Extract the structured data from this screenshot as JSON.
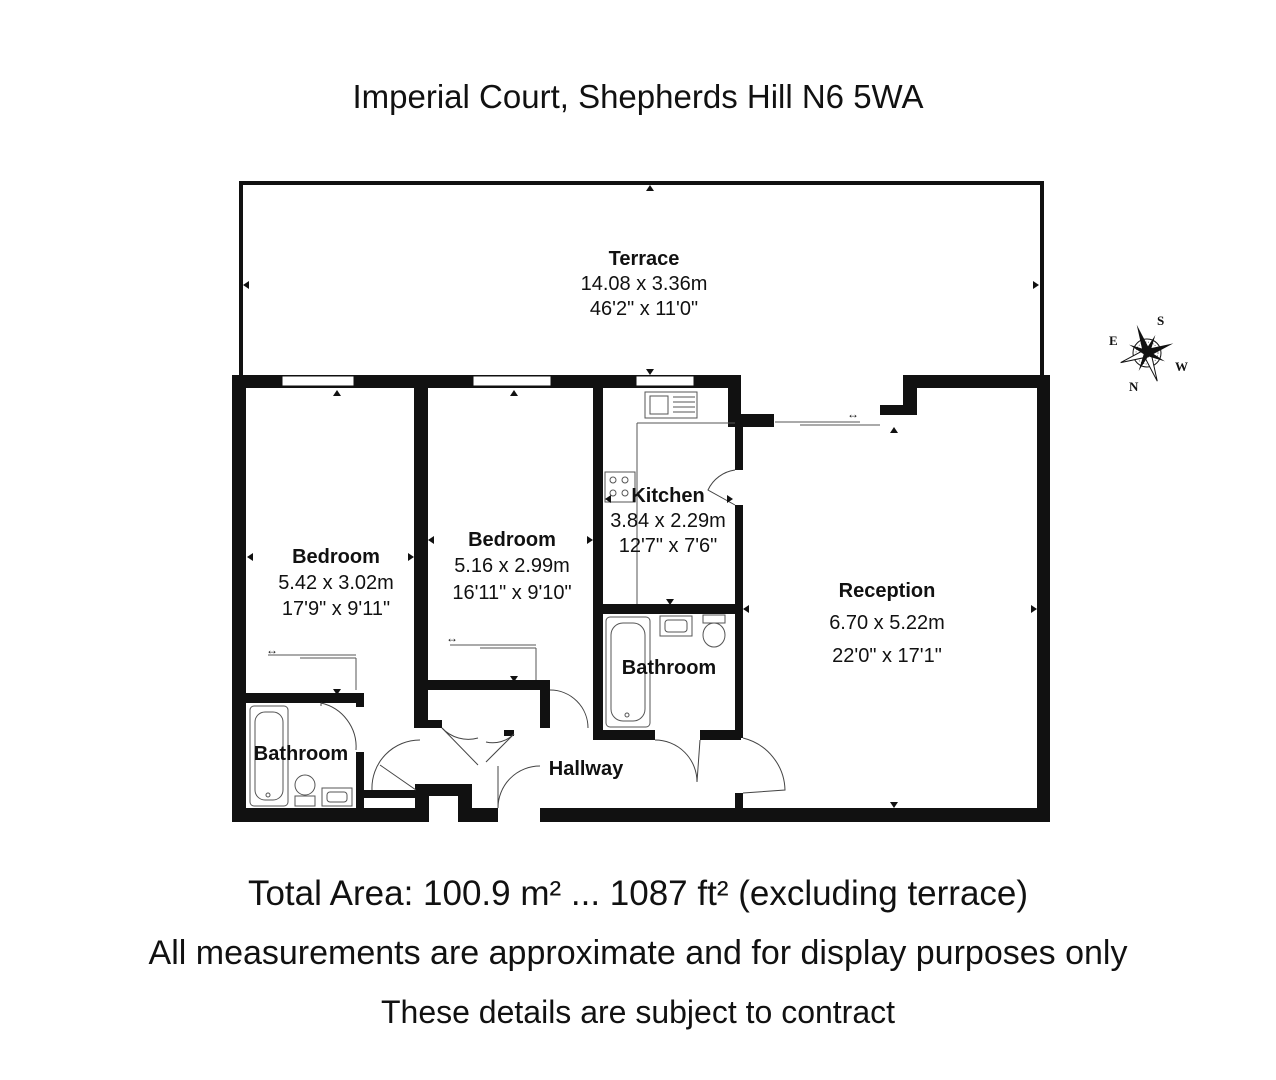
{
  "title": "Imperial Court, Shepherds Hill N6 5WA",
  "rooms": {
    "terrace": {
      "name": "Terrace",
      "metric": "14.08 x 3.36m",
      "imperial": "46'2\" x 11'0\""
    },
    "bedroom1": {
      "name": "Bedroom",
      "metric": "5.42 x 3.02m",
      "imperial": "17'9\" x 9'11\""
    },
    "bedroom2": {
      "name": "Bedroom",
      "metric": "5.16 x 2.99m",
      "imperial": "16'11\" x 9'10\""
    },
    "kitchen": {
      "name": "Kitchen",
      "metric": "3.84 x 2.29m",
      "imperial": "12'7\" x 7'6\""
    },
    "reception": {
      "name": "Reception",
      "metric": "6.70 x 5.22m",
      "imperial": "22'0\" x 17'1\""
    },
    "bathroom1": {
      "name": "Bathroom"
    },
    "bathroom2": {
      "name": "Bathroom"
    },
    "hallway": {
      "name": "Hallway"
    }
  },
  "compass": {
    "n": "N",
    "s": "S",
    "e": "E",
    "w": "W"
  },
  "footer": {
    "total_area": "Total Area: 100.9 m² ... 1087 ft² (excluding terrace)",
    "disclaimer": "All measurements are approximate and for display purposes only",
    "contract": "These details are subject to contract"
  }
}
